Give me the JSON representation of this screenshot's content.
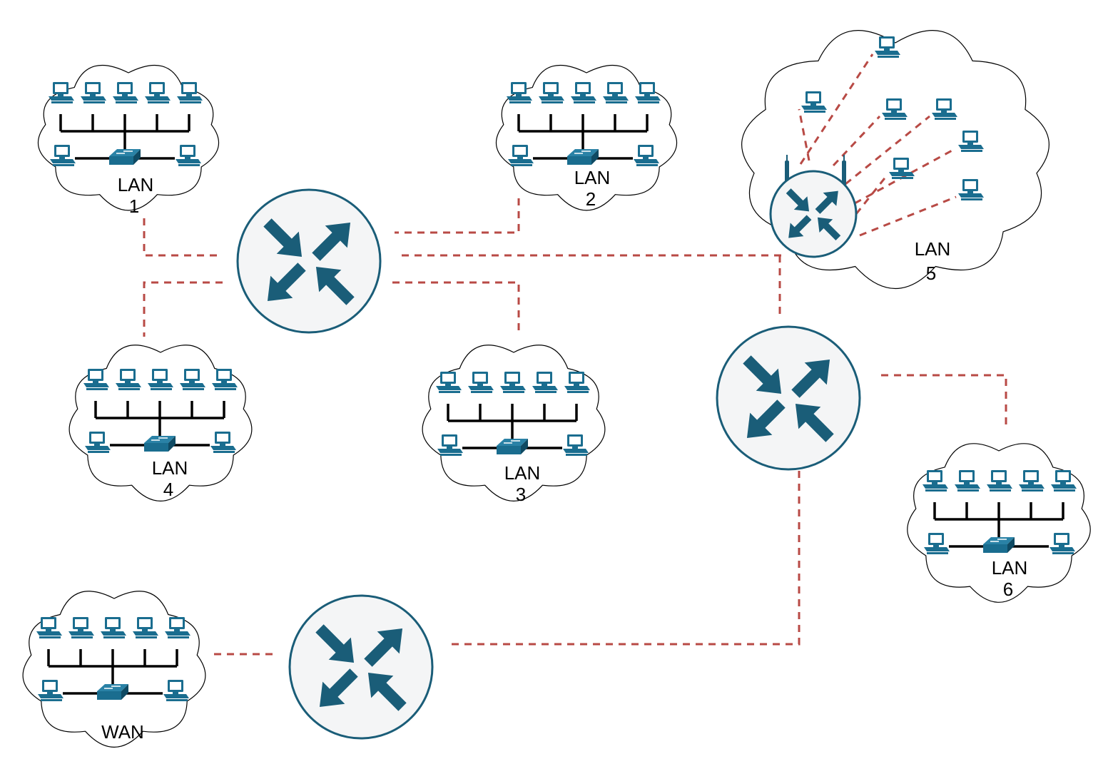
{
  "colors": {
    "device": "#1a6d8f",
    "device_dark": "#0f4a63",
    "router_ring": "#1a5d78",
    "router_fill": "#f4f5f6",
    "link": "#b84a45",
    "bus": "#000000"
  },
  "icons": {
    "router": "router-icon",
    "wireless_router": "wireless-router-icon",
    "workstation": "workstation-icon",
    "switch": "switch-icon"
  },
  "networks": [
    {
      "id": "lan1",
      "type": "wired",
      "label": "LAN",
      "number": "1"
    },
    {
      "id": "lan2",
      "type": "wired",
      "label": "LAN",
      "number": "2"
    },
    {
      "id": "lan3",
      "type": "wired",
      "label": "LAN",
      "number": "3"
    },
    {
      "id": "lan4",
      "type": "wired",
      "label": "LAN",
      "number": "4"
    },
    {
      "id": "lan5",
      "type": "wireless",
      "label": "LAN",
      "number": "5"
    },
    {
      "id": "lan6",
      "type": "wired",
      "label": "LAN",
      "number": "6"
    },
    {
      "id": "wan",
      "type": "wired",
      "label": "WAN",
      "number": ""
    }
  ],
  "routers": [
    {
      "id": "router-a"
    },
    {
      "id": "router-b"
    },
    {
      "id": "router-c"
    }
  ],
  "links": [
    {
      "from": "lan1",
      "to": "router-a"
    },
    {
      "from": "lan2",
      "to": "router-a"
    },
    {
      "from": "lan3",
      "to": "router-a"
    },
    {
      "from": "lan4",
      "to": "router-a"
    },
    {
      "from": "router-a",
      "to": "lan5"
    },
    {
      "from": "lan5",
      "to": "router-b"
    },
    {
      "from": "router-b",
      "to": "lan6"
    },
    {
      "from": "router-b",
      "to": "router-c"
    },
    {
      "from": "router-c",
      "to": "wan"
    }
  ]
}
